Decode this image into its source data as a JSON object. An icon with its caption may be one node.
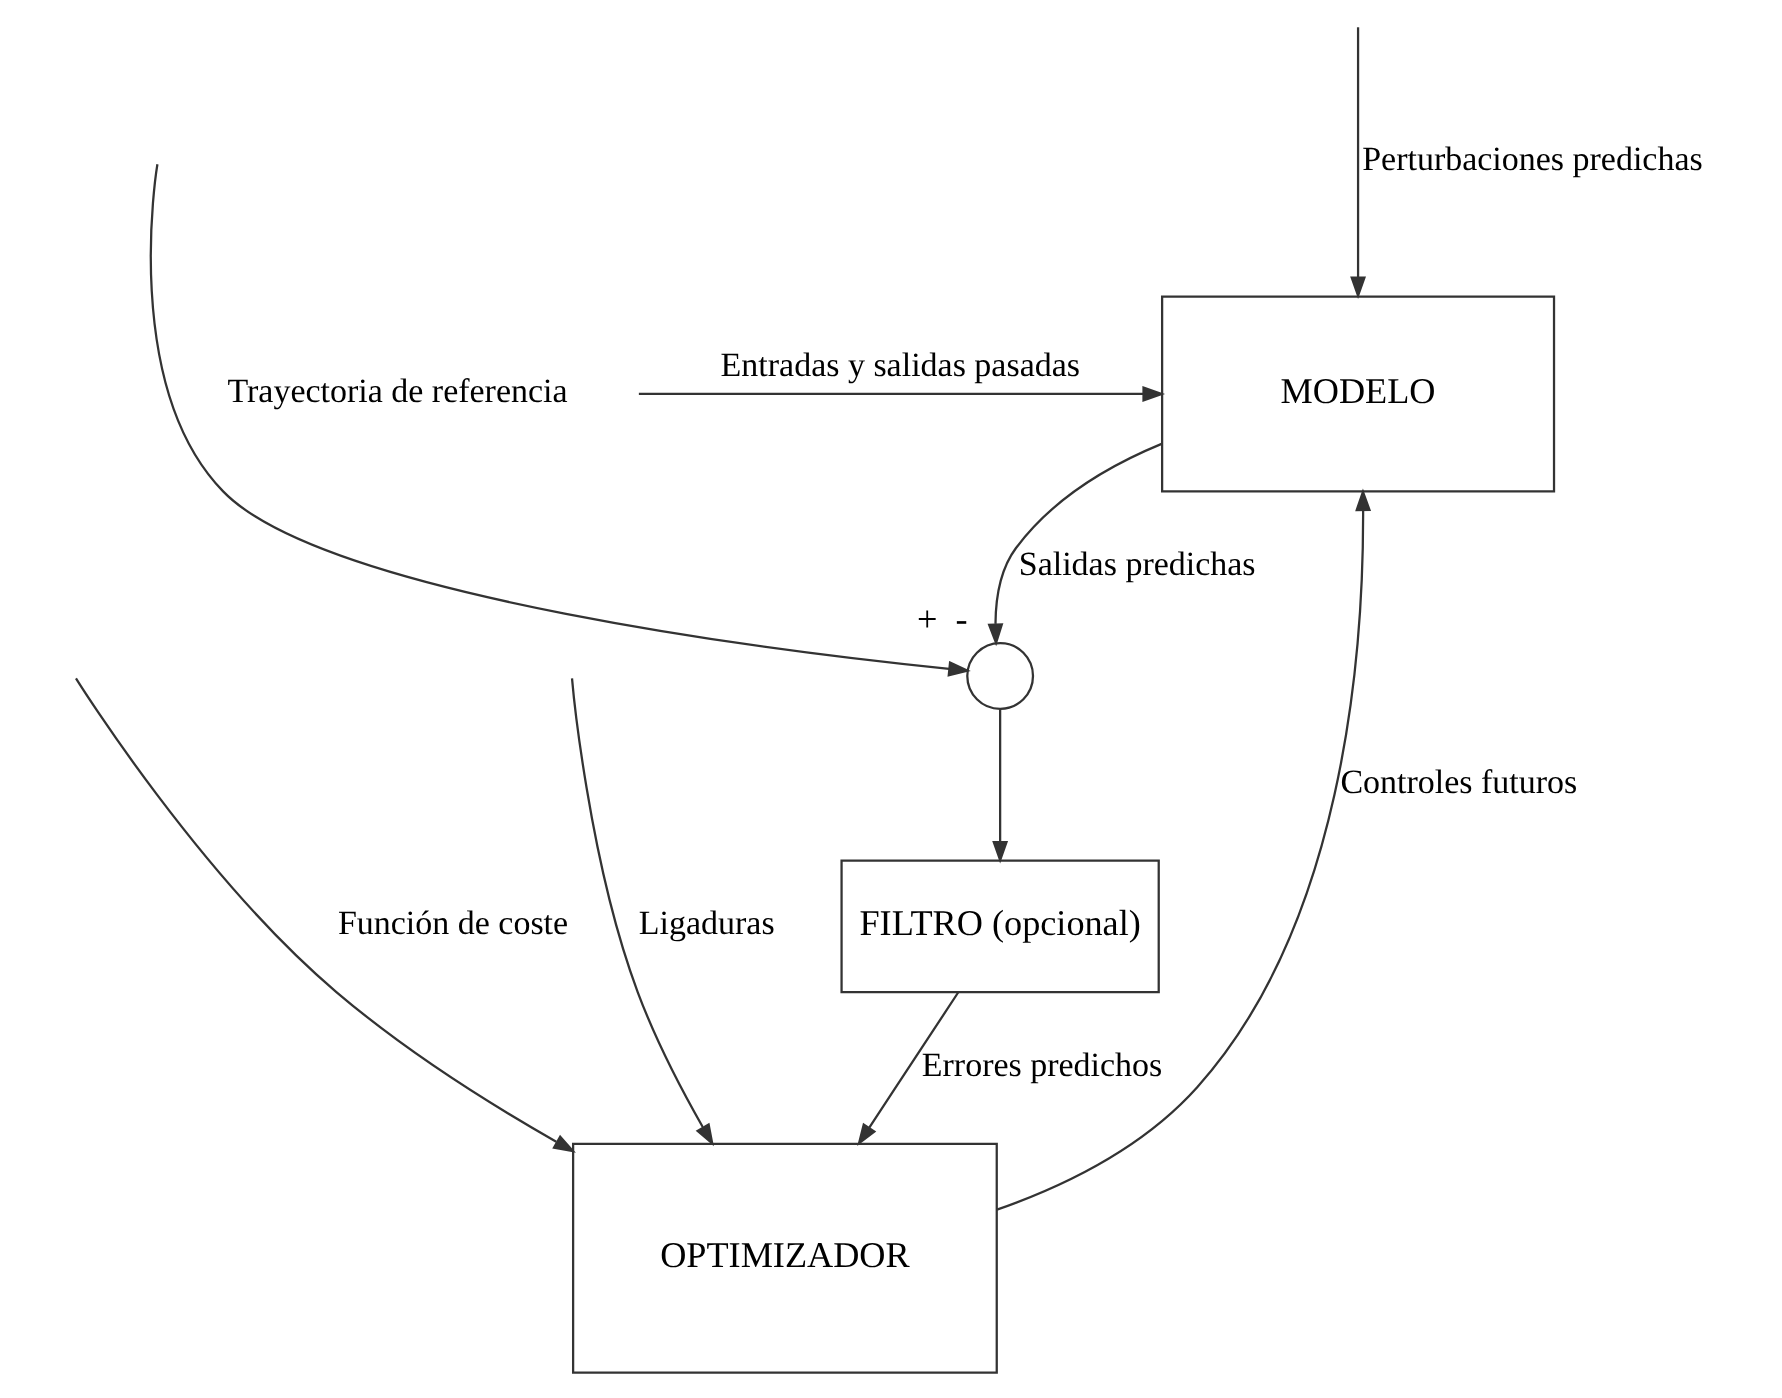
{
  "diagram": {
    "nodes": [
      {
        "text": [
          "MODELO"
        ]
      },
      {
        "text": [],
        "shape": "circle",
        "beside": [
          "+",
          "-"
        ]
      },
      {
        "text": [
          "FILTRO (opcional)"
        ]
      },
      {
        "text": [
          "OPTIMIZADOR"
        ]
      }
    ],
    "edges": [
      {
        "from": null,
        "to": 0,
        "arrow": "to",
        "label": "Entradas y salidas pasadas"
      },
      {
        "from": null,
        "to": 0,
        "arrow": "to",
        "label": "Perturbaciones predichas"
      },
      {
        "from": 0,
        "to": 1,
        "arrow": "to",
        "label": "Salidas predichas"
      },
      {
        "from": null,
        "to": 1,
        "arrow": "to",
        "label": "Trayectoria de referencia"
      },
      {
        "from": 1,
        "to": 2,
        "arrow": "to"
      },
      {
        "from": 2,
        "to": 3,
        "arrow": "to",
        "label": "Errores predichos"
      },
      {
        "from": 3,
        "to": 0,
        "arrow": "to",
        "label": "Controles futuros"
      },
      {
        "from": null,
        "to": 3,
        "arrow": "to",
        "label": "Función de coste"
      },
      {
        "from": null,
        "to": 3,
        "arrow": "to",
        "label": "Ligaduras"
      }
    ]
  }
}
